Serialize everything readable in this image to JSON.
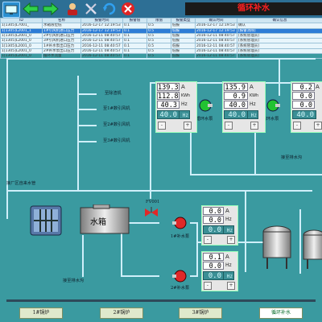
{
  "header": {
    "title": "循环补水"
  },
  "alarm_table": {
    "columns": [
      "ID",
      "名称",
      "报警时间",
      "报警值",
      "限值",
      "报警类型",
      "确认时间",
      "确认信息"
    ],
    "rows": [
      [
        "1[1305]L7001_",
        "水箱液位低",
        "2016-12-17 12:19:53",
        "0.1",
        "0.5",
        "低报",
        "2016-12-17 12:19:53",
        "确认"
      ],
      [
        "1[1305]L2001_1",
        "1#引风机进口压力",
        "2016-12-17 12:19:53",
        "0.1",
        "0.5",
        "低报",
        "2016-12-17 12:19:53",
        "[报警消除]"
      ],
      [
        "1[1305]L2001_0",
        "2#引风机进口压力",
        "2016-12-11 08:40:57",
        "0.1",
        "0.5",
        "低报",
        "2016-12-11 08:40:57",
        "[系统管理员]"
      ],
      [
        "1[1305]L2001_0",
        "3#引风机进口压力",
        "2016-12-11 08:40:57",
        "0.1",
        "0.5",
        "低报",
        "2016-12-11 08:40:57",
        "[系统管理员]"
      ],
      [
        "1[1305]L2001_0",
        "1#补水泵出口压力",
        "2016-12-11 08:40:57",
        "0.1",
        "0.5",
        "低报",
        "2016-12-11 08:40:57",
        "[系统管理员]"
      ],
      [
        "1[1305]L2001_0",
        "2#补水泵出口压力",
        "2016-12-11 08:40:57",
        "0.1",
        "0.5",
        "低报",
        "2016-12-11 08:40:57",
        "[系统管理员]"
      ],
      [
        "1[1305]L2001_0",
        "循环水流量",
        "2016-12-11 08:40:57",
        "0.1",
        "0.5",
        "低报",
        "2016-12-11 08:40:57",
        "[系统管理员]"
      ]
    ]
  },
  "labels": {
    "to_dust": "至除渣机",
    "to_fan1": "至1#数引风机",
    "to_fan2": "至2#数引风机",
    "to_fan3": "至3#数引风机",
    "factory_water": "接厂区自来水管",
    "to_drain_right": "接至排水沟",
    "to_drain_left": "接至排水沟",
    "tank": "水箱",
    "valve": "FV001",
    "circ_pump1": "1#循环水泵",
    "circ_pump2": "2#循环水泵",
    "make_pump1": "1#补水泵",
    "make_pump2": "2#补水泵"
  },
  "circ_pump1": {
    "v1": "139.3",
    "u1": "A",
    "v2": "112.8",
    "u2": "KWh",
    "v3": "40.3",
    "u3": "Hz",
    "set": "40.0",
    "set_unit": "Hz"
  },
  "circ_pump2": {
    "v1": "135.9",
    "u1": "A",
    "v2": "0.9",
    "u2": "KWh",
    "v3": "40.0",
    "u3": "Hz",
    "set": "40.0",
    "set_unit": "Hz"
  },
  "circ_pump3": {
    "v1": "0.2",
    "u1": "A",
    "v2": "0.0",
    "v3": "0.0",
    "set": "40.0"
  },
  "make_pump1": {
    "v1": "0.0",
    "u1": "A",
    "v2": "0.0",
    "u2": "Hz",
    "set": "0.0",
    "set_unit": "Hz"
  },
  "make_pump2": {
    "v1": "0.1",
    "u1": "A",
    "v2": "0.0",
    "u2": "Hz",
    "set": "0.0",
    "set_unit": "Hz"
  },
  "controls": {
    "minus": "-",
    "plus": "+"
  },
  "nav": {
    "boiler1": "1#锅炉",
    "boiler2": "2#锅炉",
    "boiler3": "3#锅炉",
    "circ": "循环补水"
  },
  "colors": {
    "background": "#3a9aa0",
    "pump_on": "#22c232",
    "pump_off": "#e02828",
    "title_text": "#ff2020"
  }
}
